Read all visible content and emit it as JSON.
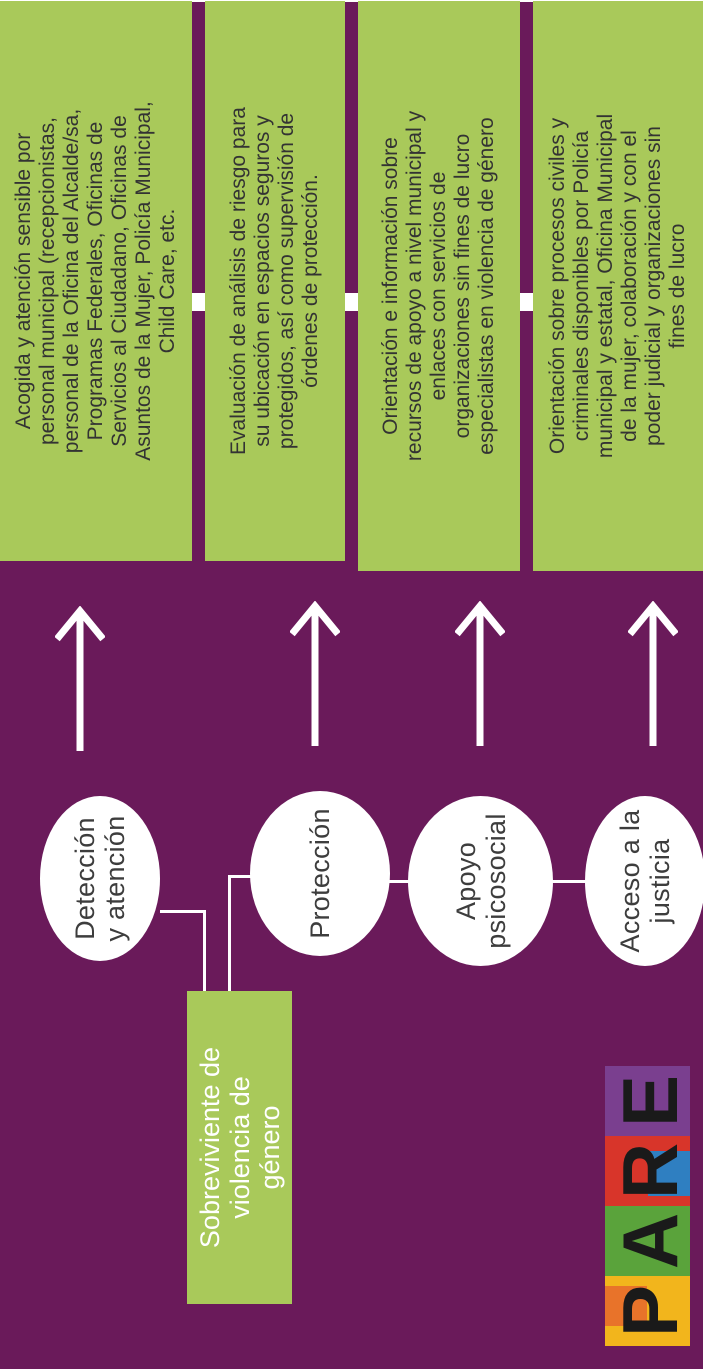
{
  "colors": {
    "background": "#6a1a5a",
    "green": "#a9c95a",
    "white": "#ffffff"
  },
  "diagram": {
    "survivor": {
      "label": "Sobreviviente de violencia de género",
      "lines": [
        "Sobreviviente  de",
        "violencia de",
        "género"
      ]
    },
    "steps": [
      {
        "label": "Detección y atención",
        "label_lines": [
          "Detección",
          "y atención"
        ],
        "arrow_icon": "arrow-right-icon",
        "description_lines": [
          "Acogida y atención sensible por",
          "personal municipal   (recepcionistas,",
          "personal de la Oficina del Alcalde/sa,",
          "Programas Federales, Oficinas de",
          "Servicios al Ciudadano,  Oficinas  de",
          "Asuntos de la Mujer, Policía Municipal,",
          "Child Care, etc."
        ]
      },
      {
        "label": "Protección",
        "label_lines": [
          "Protección"
        ],
        "arrow_icon": "arrow-right-icon",
        "description_lines": [
          "Evaluación de análisis de riesgo para",
          "su ubicación en espacios seguros y",
          "protegidos, así como supervisión de",
          "órdenes de protección."
        ]
      },
      {
        "label": "Apoyo psicosocial",
        "label_lines": [
          "Apoyo",
          "psicosocial"
        ],
        "arrow_icon": "arrow-right-icon",
        "description_lines": [
          "Orientación e información sobre",
          "recursos de apoyo a nivel municipal y",
          "enlaces  con servicios de",
          "organizaciones sin fines de lucro",
          "especialistas en violencia de género"
        ]
      },
      {
        "label": "Acceso a la justicia",
        "label_lines": [
          "Acceso a la",
          "justicia"
        ],
        "arrow_icon": "arrow-right-icon",
        "description_lines": [
          "Orientación sobre procesos civiles y",
          "criminales disponibles por Policía",
          "municipal y  estatal, Oficina Municipal",
          "de la mujer, colaboración y con el",
          "poder judicial y organizaciones  sin",
          "fines de lucro"
        ]
      }
    ]
  },
  "logo": {
    "text": "PARE",
    "letters": [
      "P",
      "A",
      "R",
      "E"
    ],
    "letter_colors": [
      "#1a1a1a",
      "#1a1a1a",
      "#1a1a1a",
      "#1a1a1a"
    ],
    "tile_colors": [
      "#f2b51c",
      "#e8732a",
      "#d8352a",
      "#7a3f8f",
      "#5aa33b",
      "#2f7fc1"
    ]
  }
}
